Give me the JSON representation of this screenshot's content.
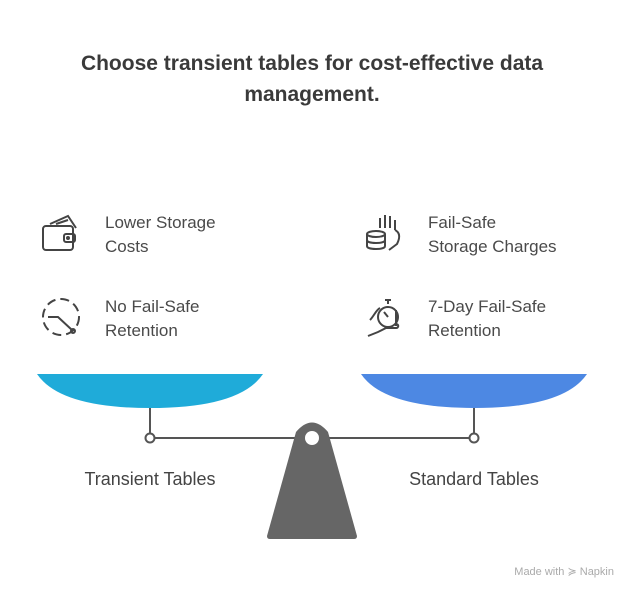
{
  "title": "Choose transient tables for cost-effective data management.",
  "left": {
    "label": "Transient Tables",
    "color": "#1fabd9",
    "items": [
      {
        "icon": "wallet-icon",
        "text_1": "Lower Storage",
        "text_2": "Costs"
      },
      {
        "icon": "dashed-clock-icon",
        "text_1": "No Fail-Safe",
        "text_2": "Retention"
      }
    ]
  },
  "right": {
    "label": "Standard Tables",
    "color": "#4d88e3",
    "items": [
      {
        "icon": "coins-hand-icon",
        "text_1": "Fail-Safe",
        "text_2": "Storage Charges"
      },
      {
        "icon": "stopwatch-hand-icon",
        "text_1": "7-Day Fail-Safe",
        "text_2": "Retention"
      }
    ]
  },
  "footer": "Made with ≽ Napkin"
}
